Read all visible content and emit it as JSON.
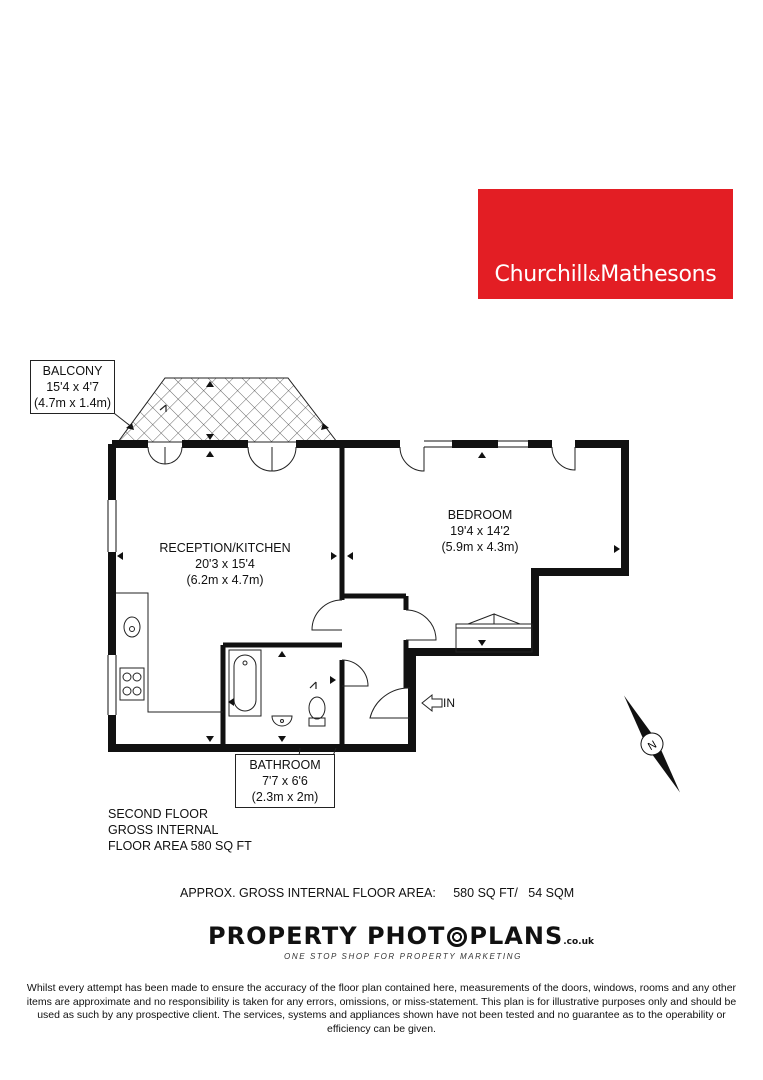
{
  "agent": {
    "brand_name": "Churchill",
    "brand_amp": "&",
    "brand_surname": "Mathesons",
    "brand_color": "#e31e24"
  },
  "rooms": {
    "balcony": {
      "name": "BALCONY",
      "dims_imperial": "15'4 x 4'7",
      "dims_metric": "(4.7m x 1.4m)"
    },
    "reception": {
      "name": "RECEPTION/KITCHEN",
      "dims_imperial": "20'3 x 15'4",
      "dims_metric": "(6.2m x 4.7m)"
    },
    "bedroom": {
      "name": "BEDROOM",
      "dims_imperial": "19'4 x 14'2",
      "dims_metric": "(5.9m x 4.3m)"
    },
    "bathroom": {
      "name": "BATHROOM",
      "dims_imperial": "7'7 x 6'6",
      "dims_metric": "(2.3m x 2m)"
    }
  },
  "entrance_label": "IN",
  "compass": {
    "label": "N"
  },
  "floor_info": {
    "line1": "SECOND FLOOR",
    "line2": "GROSS INTERNAL",
    "line3": "FLOOR AREA 580 SQ FT"
  },
  "area_summary": {
    "label": "APPROX. GROSS INTERNAL FLOOR AREA:",
    "sqft": "580 SQ FT/",
    "sqm": "54 SQM"
  },
  "plan_company": {
    "name_part1": "PROPERTY PHOT",
    "name_part2": "PLANS",
    "suffix": ".co.uk",
    "tagline": "ONE STOP SHOP FOR PROPERTY MARKETING"
  },
  "disclaimer": "Whilst every attempt has been made to ensure the accuracy of the floor plan contained here, measurements of the doors, windows, rooms and any other items are approximate and no responsibility is taken for any errors, omissions, or miss-statement. This plan is for illustrative purposes only and should be used as such by any prospective client. The services, systems and appliances shown have not been tested and no guarantee as to the operability or efficiency can be given."
}
